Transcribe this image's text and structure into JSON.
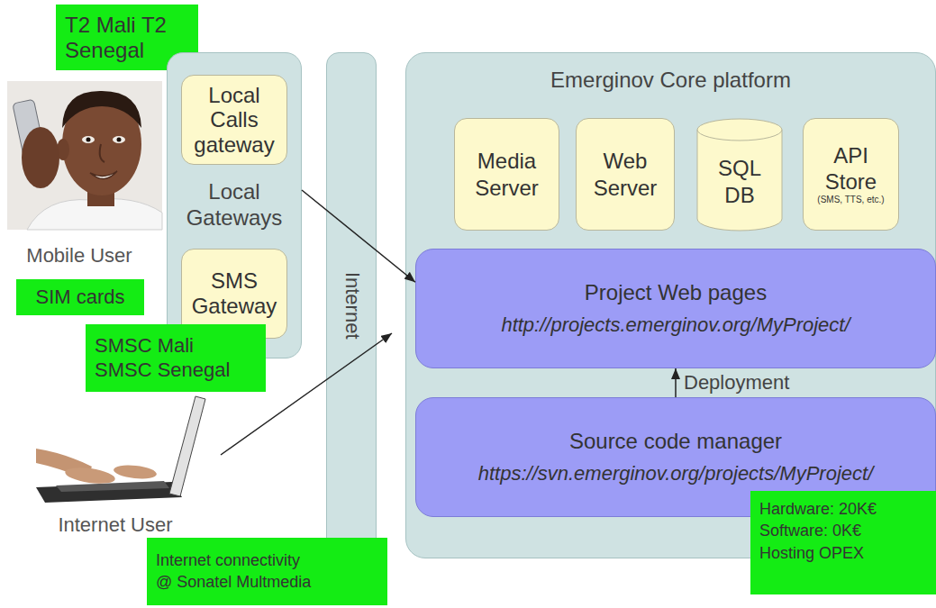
{
  "diagram": {
    "nodes": [
      {
        "text": [
          "T2 Mali T2 Senegal"
        ]
      },
      {
        "text": [
          "Local Gateways"
        ]
      },
      {
        "text": [
          "Local Calls gateway"
        ],
        "in": 1
      },
      {
        "text": [
          "SMS Gateway"
        ],
        "in": 1
      },
      {
        "text": [
          "SIM cards"
        ]
      },
      {
        "text": [
          "SMSC Mali SMSC Senegal"
        ]
      },
      {
        "text": [
          "Internet"
        ]
      },
      {
        "text": [
          "Emerginov Core platform"
        ]
      },
      {
        "text": [
          "Media Server"
        ],
        "in": 7
      },
      {
        "text": [
          "Web Server"
        ],
        "in": 7
      },
      {
        "text": [
          "SQL DB"
        ],
        "in": 7
      },
      {
        "text": [
          "API Store",
          "(SMS, TTS, etc.)"
        ],
        "in": 7
      },
      {
        "text": [
          "Project Web pages",
          "http://projects.emerginov.org/MyProject/"
        ],
        "in": 7
      },
      {
        "text": [
          "Source code manager",
          "https://svn.emerginov.org/projects/MyProject/"
        ],
        "in": 7
      },
      {
        "text": [
          "Internet connectivity @ Sonatel Multmedia"
        ]
      },
      {
        "text": [
          "Hardware: 20K€ Software: 0K€ Hosting OPEX"
        ]
      }
    ],
    "edges": [
      {
        "from": 1,
        "to": 12,
        "arrow": "to"
      },
      {
        "from": 13,
        "to": 12,
        "label": "Deployment",
        "arrow": "to"
      }
    ],
    "labels": [
      "Mobile User",
      "Internet User"
    ]
  }
}
